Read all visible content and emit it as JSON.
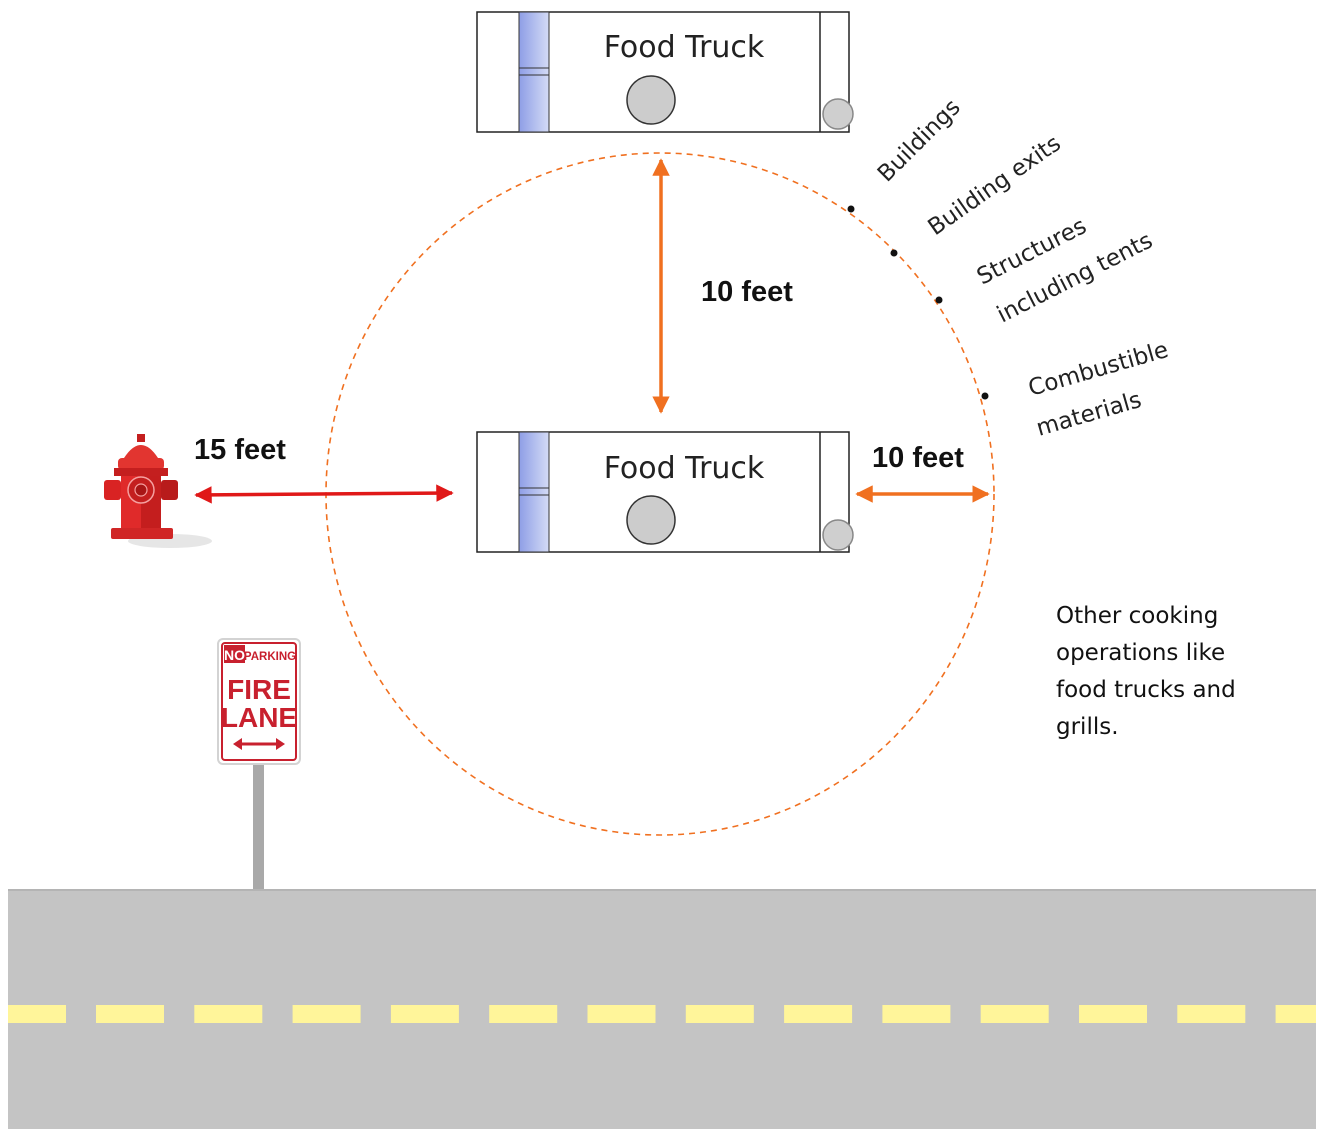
{
  "trucks": {
    "top_label": "Food Truck",
    "center_label": "Food Truck"
  },
  "distances": {
    "vertical": "10 feet",
    "right": "10 feet",
    "hydrant": "15 feet"
  },
  "perimeter_items": [
    "Buildings",
    "Building exits",
    "Structures",
    "including tents",
    "Combustible",
    "materials"
  ],
  "note_lines": [
    "Other cooking",
    "operations like",
    "food trucks and",
    "grills."
  ],
  "sign": {
    "no": "NO",
    "parking": "PARKING",
    "line1": "FIRE",
    "line2": "LANE"
  },
  "colors": {
    "orange_arrow": "#f07020",
    "red_arrow": "#e01818",
    "ring": "#f07020",
    "road": "#c4c4c4",
    "lane_dash": "#fff59a",
    "window": "#b8c4f0",
    "sign_red": "#c8202e"
  },
  "icons": [
    "fire-hydrant-icon",
    "fire-lane-sign-icon"
  ]
}
